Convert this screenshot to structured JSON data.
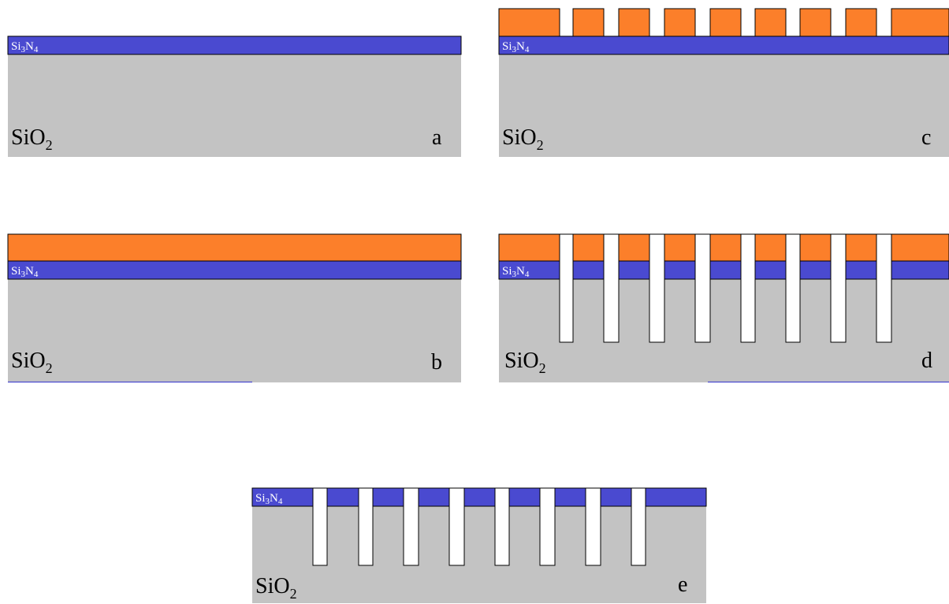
{
  "colors": {
    "oxide": "#c3c3c3",
    "nitride": "#4a4ad0",
    "resist": "#fc7f2a",
    "trench": "#ffffff",
    "outline": "#000000"
  },
  "panels": [
    {
      "letter": "a",
      "oxide_base": "SiO",
      "oxide_sub": "2",
      "nitride_base_1": "Si",
      "nitride_sub_1": "3",
      "nitride_base_2": "N",
      "nitride_sub_2": "4",
      "resist": "none",
      "nitride_patterned": false,
      "trenches": false
    },
    {
      "letter": "b",
      "oxide_base": "SiO",
      "oxide_sub": "2",
      "nitride_base_1": "Si",
      "nitride_sub_1": "3",
      "nitride_base_2": "N",
      "nitride_sub_2": "4",
      "resist": "full",
      "nitride_patterned": false,
      "trenches": false
    },
    {
      "letter": "c",
      "oxide_base": "SiO",
      "oxide_sub": "2",
      "nitride_base_1": "Si",
      "nitride_sub_1": "3",
      "nitride_base_2": "N",
      "nitride_sub_2": "4",
      "resist": "patterned",
      "nitride_patterned": false,
      "trenches": false
    },
    {
      "letter": "d",
      "oxide_base": "SiO",
      "oxide_sub": "2",
      "nitride_base_1": "Si",
      "nitride_sub_1": "3",
      "nitride_base_2": "N",
      "nitride_sub_2": "4",
      "resist": "patterned",
      "nitride_patterned": true,
      "trenches": true
    },
    {
      "letter": "e",
      "oxide_base": "SiO",
      "oxide_sub": "2",
      "nitride_base_1": "Si",
      "nitride_sub_1": "3",
      "nitride_base_2": "N",
      "nitride_sub_2": "4",
      "resist": "none",
      "nitride_patterned": true,
      "trenches": true
    }
  ]
}
